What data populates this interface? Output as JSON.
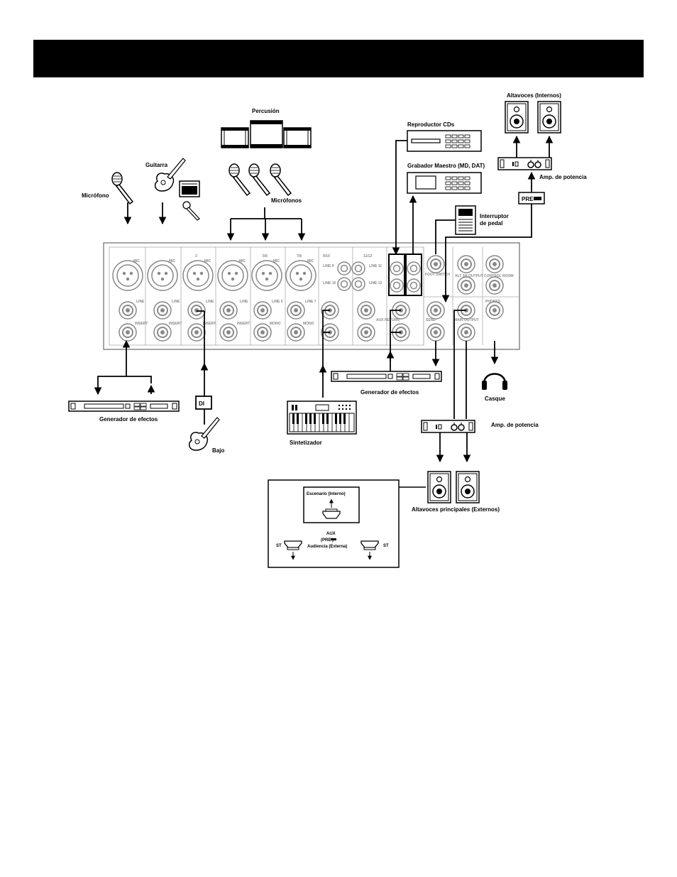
{
  "labels": {
    "microfono": "Micrófono",
    "guitarra": "Guitarra",
    "percusion": "Percusión",
    "microfonos": "Micrófonos",
    "reproductor": "Reproductor CDs",
    "grabador": "Grabador Maestro (MD, DAT)",
    "altavoces_internos": "Altavoces (Internos)",
    "amp_potencia_1": "Amp. de potencia",
    "pre_badge": "PRE",
    "interruptor": "Interruptor",
    "de_pedal": "de pedal",
    "generador_1": "Generador de efectos",
    "generador_2": "Generador de efectos",
    "di": "DI",
    "bajo": "Bajo",
    "sintetizador": "Sintetizador",
    "casque": "Casque",
    "amp_potencia_2": "Amp. de potencia",
    "altavoces_principales": "Altavoces principales (Externos)",
    "escenario": "Escenario (Interno)",
    "aux": "AUX",
    "aux_pre": "(PRE )",
    "audiencia": "Audiencia (Externa)",
    "st_left": "ST",
    "st_right": "ST"
  },
  "panel_labels": {
    "ch1_mic": "MIC",
    "ch2_mic": "MIC",
    "ch3_num": "3",
    "ch3_mic": "MIC",
    "ch4_mic": "MIC",
    "ch5_num": "5/6",
    "ch5_mic": "MIC",
    "ch7_num": "7/8",
    "ch7_mic": "MIC",
    "ch9_num": "9/10",
    "ch11_num": "11/12",
    "line9": "LINE 9",
    "line11": "LINE 11",
    "line10": "LINE 10",
    "line12": "LINE 12",
    "line_ch1": "LINE",
    "line_ch2": "LINE",
    "line_ch3": "LINE",
    "line_ch4": "LINE",
    "line5": "LINE 5",
    "line7": "LINE 7",
    "insert1": "INSERT",
    "insert2": "INSERT",
    "insert3": "INSERT",
    "insert4": "INSERT",
    "mono6": "MONO",
    "mono8": "MONO",
    "foot_switch": "FOOT SWITCH",
    "alt_output": "ALT 3/4 OUTPUT",
    "control_room": "CONTROL ROOM",
    "aux_return": "AUX RETURN",
    "send": "SEND",
    "main_output": "MAIN OUTPUT",
    "phones": "PHONES"
  },
  "colors": {
    "ink": "#000000",
    "panel_line": "#888888",
    "background": "#ffffff"
  }
}
